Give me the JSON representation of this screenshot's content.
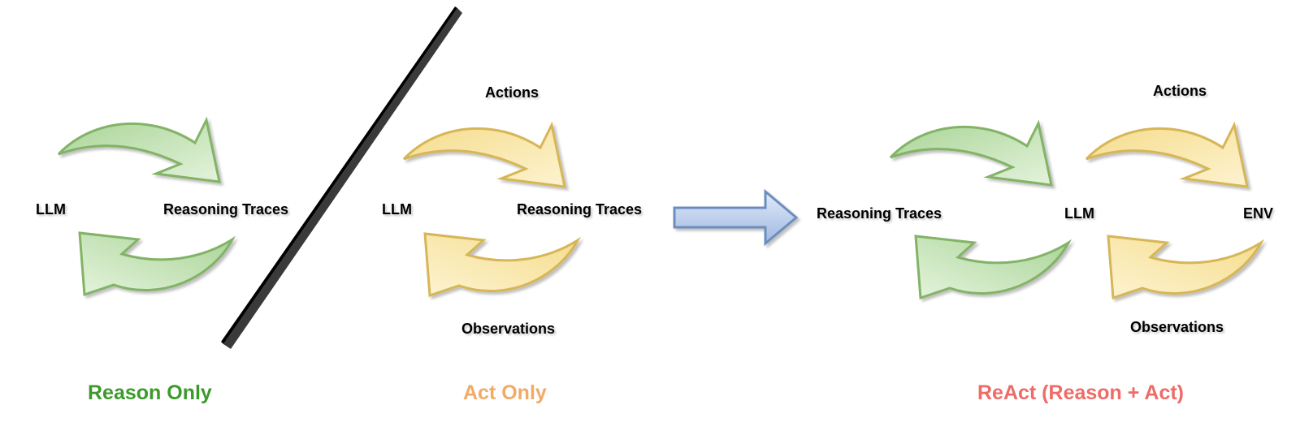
{
  "colors": {
    "green_stroke": "#82b366",
    "green_fill_light": "#e4f3dc",
    "green_fill_dark": "#a9d496",
    "yellow_stroke": "#d6b656",
    "yellow_fill_light": "#fdf3d0",
    "yellow_fill_dark": "#f5dc8c",
    "blue_stroke": "#6c8ebf",
    "blue_fill_light": "#e1eaf8",
    "blue_fill_dark": "#9fb7e2",
    "reason_caption": "#3c9a2c",
    "act_caption": "#f2aa66",
    "react_caption": "#ee6b67"
  },
  "reason_only": {
    "llm": "LLM",
    "reasoning_traces": "Reasoning Traces",
    "caption": "Reason Only"
  },
  "act_only": {
    "actions": "Actions",
    "llm": "LLM",
    "reasoning_traces": "Reasoning Traces",
    "observations": "Observations",
    "caption": "Act Only"
  },
  "react": {
    "reasoning_traces": "Reasoning Traces",
    "llm": "LLM",
    "env": "ENV",
    "actions": "Actions",
    "observations": "Observations",
    "caption": "ReAct (Reason + Act)"
  }
}
